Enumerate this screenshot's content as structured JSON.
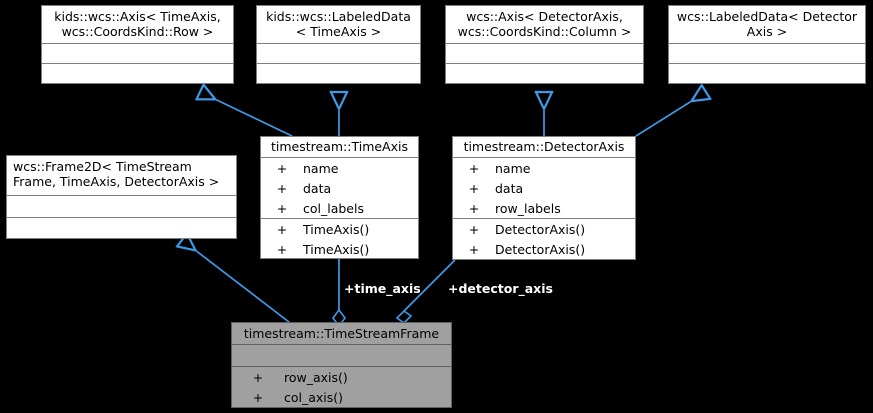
{
  "diagram": {
    "kind": "uml-class-diagram",
    "background": "#000000",
    "edge_color": "#3d9ae8",
    "box_fill": "#ffffff",
    "focus_fill": "#a0a0a0",
    "border_color": "#808080"
  },
  "classes": {
    "axis_time": {
      "name": "kids::wcs::Axis< TimeAxis,\nwcs::CoordsKind::Row >",
      "attributes": [],
      "operations": []
    },
    "labeleddata_time": {
      "name": "kids::wcs::LabeledData\n< TimeAxis >",
      "attributes": [],
      "operations": []
    },
    "axis_detector": {
      "name": "wcs::Axis< DetectorAxis,\nwcs::CoordsKind::Column >",
      "attributes": [],
      "operations": []
    },
    "labeleddata_detector": {
      "name": "wcs::LabeledData< Detector\nAxis >",
      "attributes": [],
      "operations": []
    },
    "frame2d": {
      "name": "wcs::Frame2D< TimeStream\nFrame, TimeAxis, DetectorAxis >",
      "attributes": [],
      "operations": []
    },
    "time_axis": {
      "name": "timestream::TimeAxis",
      "attributes": [
        {
          "visibility": "+",
          "label": "name"
        },
        {
          "visibility": "+",
          "label": "data"
        },
        {
          "visibility": "+",
          "label": "col_labels"
        }
      ],
      "operations": [
        {
          "visibility": "+",
          "label": "TimeAxis()"
        },
        {
          "visibility": "+",
          "label": "TimeAxis()"
        }
      ]
    },
    "detector_axis": {
      "name": "timestream::DetectorAxis",
      "attributes": [
        {
          "visibility": "+",
          "label": "name"
        },
        {
          "visibility": "+",
          "label": "data"
        },
        {
          "visibility": "+",
          "label": "row_labels"
        }
      ],
      "operations": [
        {
          "visibility": "+",
          "label": "DetectorAxis()"
        },
        {
          "visibility": "+",
          "label": "DetectorAxis()"
        }
      ]
    },
    "timestream_frame": {
      "name": "timestream::TimeStreamFrame",
      "attributes": [],
      "operations": [
        {
          "visibility": "+",
          "label": "row_axis()"
        },
        {
          "visibility": "+",
          "label": "col_axis()"
        }
      ]
    }
  },
  "relations": [
    {
      "type": "inheritance",
      "from": "time_axis",
      "to": "axis_time"
    },
    {
      "type": "inheritance",
      "from": "time_axis",
      "to": "labeleddata_time"
    },
    {
      "type": "inheritance",
      "from": "detector_axis",
      "to": "axis_detector"
    },
    {
      "type": "inheritance",
      "from": "detector_axis",
      "to": "labeleddata_detector"
    },
    {
      "type": "inheritance",
      "from": "timestream_frame",
      "to": "frame2d"
    },
    {
      "type": "aggregation",
      "from": "timestream_frame",
      "to": "time_axis",
      "label": "+time_axis"
    },
    {
      "type": "aggregation",
      "from": "timestream_frame",
      "to": "detector_axis",
      "label": "+detector_axis"
    }
  ],
  "edge_labels": {
    "time_axis": "+time_axis",
    "detector_axis": "+detector_axis"
  }
}
